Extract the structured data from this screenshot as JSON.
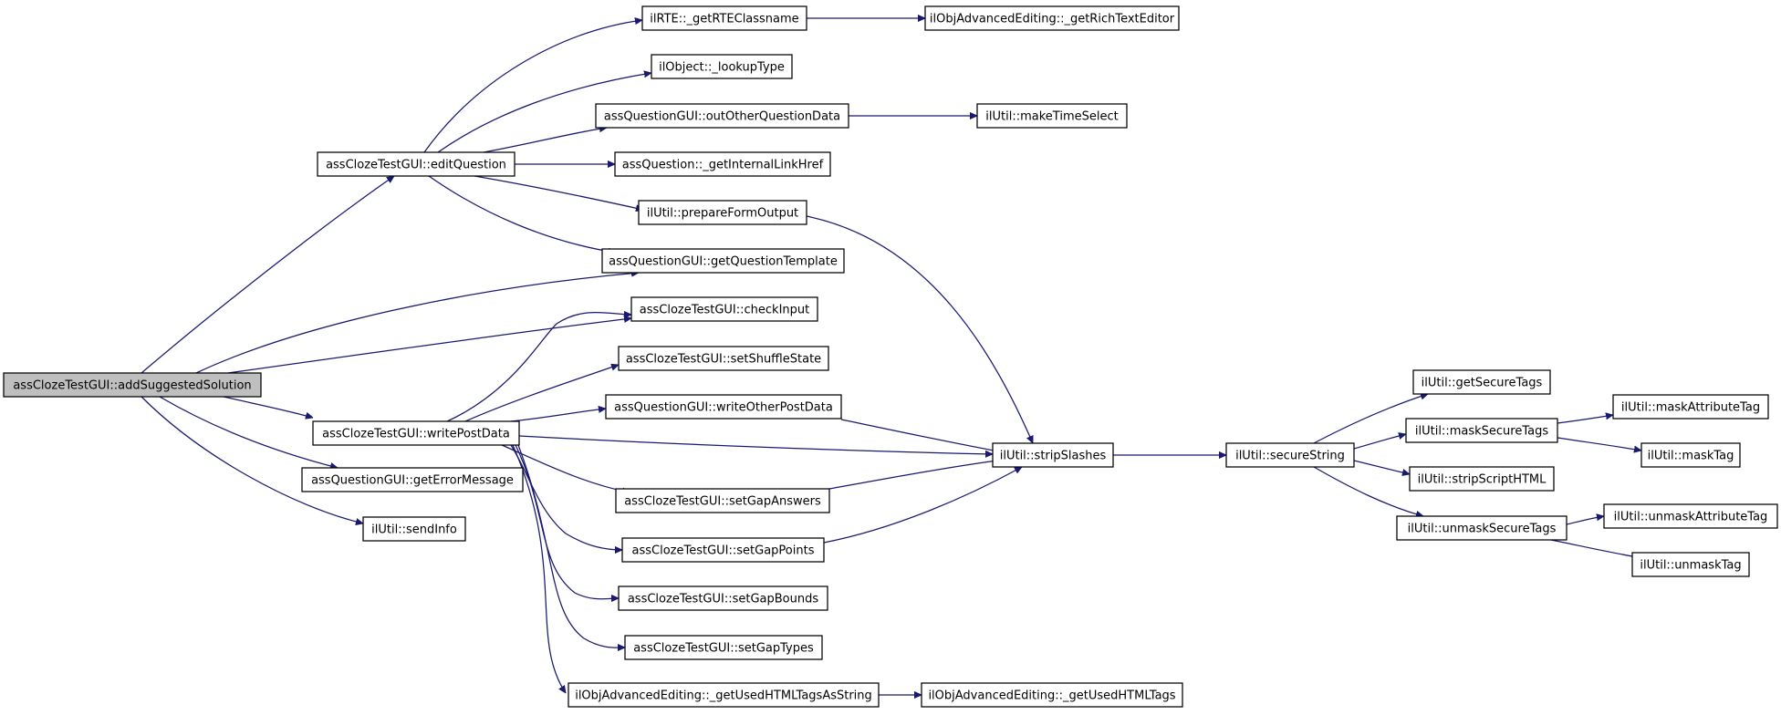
{
  "diagram": {
    "root": "addSuggestedSolution",
    "colors": {
      "edge": "#191970",
      "node_fill": "#ffffff",
      "root_fill": "#bfbfbf",
      "node_border": "#000000"
    },
    "nodes": [
      {
        "id": "addSuggestedSolution",
        "label": "assClozeTestGUI::addSuggestedSolution",
        "root": true
      },
      {
        "id": "editQuestion",
        "label": "assClozeTestGUI::editQuestion"
      },
      {
        "id": "writePostData",
        "label": "assClozeTestGUI::writePostData"
      },
      {
        "id": "getErrorMessage",
        "label": "assQuestionGUI::getErrorMessage"
      },
      {
        "id": "sendInfo",
        "label": "ilUtil::sendInfo"
      },
      {
        "id": "getRTEClassname",
        "label": "ilRTE::_getRTEClassname"
      },
      {
        "id": "lookupType",
        "label": "ilObject::_lookupType"
      },
      {
        "id": "outOtherQuestionData",
        "label": "assQuestionGUI::outOtherQuestionData"
      },
      {
        "id": "getInternalLinkHref",
        "label": "assQuestion::_getInternalLinkHref"
      },
      {
        "id": "prepareFormOutput",
        "label": "ilUtil::prepareFormOutput"
      },
      {
        "id": "getQuestionTemplate",
        "label": "assQuestionGUI::getQuestionTemplate"
      },
      {
        "id": "checkInput",
        "label": "assClozeTestGUI::checkInput"
      },
      {
        "id": "setShuffleState",
        "label": "assClozeTestGUI::setShuffleState"
      },
      {
        "id": "writeOtherPostData",
        "label": "assQuestionGUI::writeOtherPostData"
      },
      {
        "id": "setGapAnswers",
        "label": "assClozeTestGUI::setGapAnswers"
      },
      {
        "id": "setGapPoints",
        "label": "assClozeTestGUI::setGapPoints"
      },
      {
        "id": "setGapBounds",
        "label": "assClozeTestGUI::setGapBounds"
      },
      {
        "id": "setGapTypes",
        "label": "assClozeTestGUI::setGapTypes"
      },
      {
        "id": "getUsedHTMLTagsAsString",
        "label": "ilObjAdvancedEditing::_getUsedHTMLTagsAsString"
      },
      {
        "id": "getRichTextEditor",
        "label": "ilObjAdvancedEditing::_getRichTextEditor"
      },
      {
        "id": "makeTimeSelect",
        "label": "ilUtil::makeTimeSelect"
      },
      {
        "id": "stripSlashes",
        "label": "ilUtil::stripSlashes"
      },
      {
        "id": "getUsedHTMLTags",
        "label": "ilObjAdvancedEditing::_getUsedHTMLTags"
      },
      {
        "id": "secureString",
        "label": "ilUtil::secureString"
      },
      {
        "id": "getSecureTags",
        "label": "ilUtil::getSecureTags"
      },
      {
        "id": "maskSecureTags",
        "label": "ilUtil::maskSecureTags"
      },
      {
        "id": "stripScriptHTML",
        "label": "ilUtil::stripScriptHTML"
      },
      {
        "id": "unmaskSecureTags",
        "label": "ilUtil::unmaskSecureTags"
      },
      {
        "id": "maskAttributeTag",
        "label": "ilUtil::maskAttributeTag"
      },
      {
        "id": "maskTag",
        "label": "ilUtil::maskTag"
      },
      {
        "id": "unmaskAttributeTag",
        "label": "ilUtil::unmaskAttributeTag"
      },
      {
        "id": "unmaskTag",
        "label": "ilUtil::unmaskTag"
      }
    ],
    "edges": [
      {
        "from": "addSuggestedSolution",
        "to": "editQuestion"
      },
      {
        "from": "addSuggestedSolution",
        "to": "getQuestionTemplate"
      },
      {
        "from": "addSuggestedSolution",
        "to": "checkInput"
      },
      {
        "from": "addSuggestedSolution",
        "to": "writePostData"
      },
      {
        "from": "addSuggestedSolution",
        "to": "getErrorMessage"
      },
      {
        "from": "addSuggestedSolution",
        "to": "sendInfo"
      },
      {
        "from": "editQuestion",
        "to": "getRTEClassname"
      },
      {
        "from": "editQuestion",
        "to": "lookupType"
      },
      {
        "from": "editQuestion",
        "to": "outOtherQuestionData"
      },
      {
        "from": "editQuestion",
        "to": "getInternalLinkHref"
      },
      {
        "from": "editQuestion",
        "to": "prepareFormOutput"
      },
      {
        "from": "editQuestion",
        "to": "getQuestionTemplate"
      },
      {
        "from": "getRTEClassname",
        "to": "getRichTextEditor"
      },
      {
        "from": "outOtherQuestionData",
        "to": "makeTimeSelect"
      },
      {
        "from": "prepareFormOutput",
        "to": "stripSlashes"
      },
      {
        "from": "writePostData",
        "to": "checkInput"
      },
      {
        "from": "writePostData",
        "to": "setShuffleState"
      },
      {
        "from": "writePostData",
        "to": "writeOtherPostData"
      },
      {
        "from": "writePostData",
        "to": "stripSlashes"
      },
      {
        "from": "writePostData",
        "to": "setGapAnswers"
      },
      {
        "from": "writePostData",
        "to": "setGapPoints"
      },
      {
        "from": "writePostData",
        "to": "setGapBounds"
      },
      {
        "from": "writePostData",
        "to": "setGapTypes"
      },
      {
        "from": "writePostData",
        "to": "getUsedHTMLTagsAsString"
      },
      {
        "from": "writeOtherPostData",
        "to": "stripSlashes"
      },
      {
        "from": "setGapAnswers",
        "to": "stripSlashes"
      },
      {
        "from": "setGapPoints",
        "to": "stripSlashes"
      },
      {
        "from": "getUsedHTMLTagsAsString",
        "to": "getUsedHTMLTags"
      },
      {
        "from": "stripSlashes",
        "to": "secureString"
      },
      {
        "from": "secureString",
        "to": "getSecureTags"
      },
      {
        "from": "secureString",
        "to": "maskSecureTags"
      },
      {
        "from": "secureString",
        "to": "stripScriptHTML"
      },
      {
        "from": "secureString",
        "to": "unmaskSecureTags"
      },
      {
        "from": "maskSecureTags",
        "to": "maskAttributeTag"
      },
      {
        "from": "maskSecureTags",
        "to": "maskTag"
      },
      {
        "from": "unmaskSecureTags",
        "to": "unmaskAttributeTag"
      },
      {
        "from": "unmaskSecureTags",
        "to": "unmaskTag"
      }
    ]
  }
}
